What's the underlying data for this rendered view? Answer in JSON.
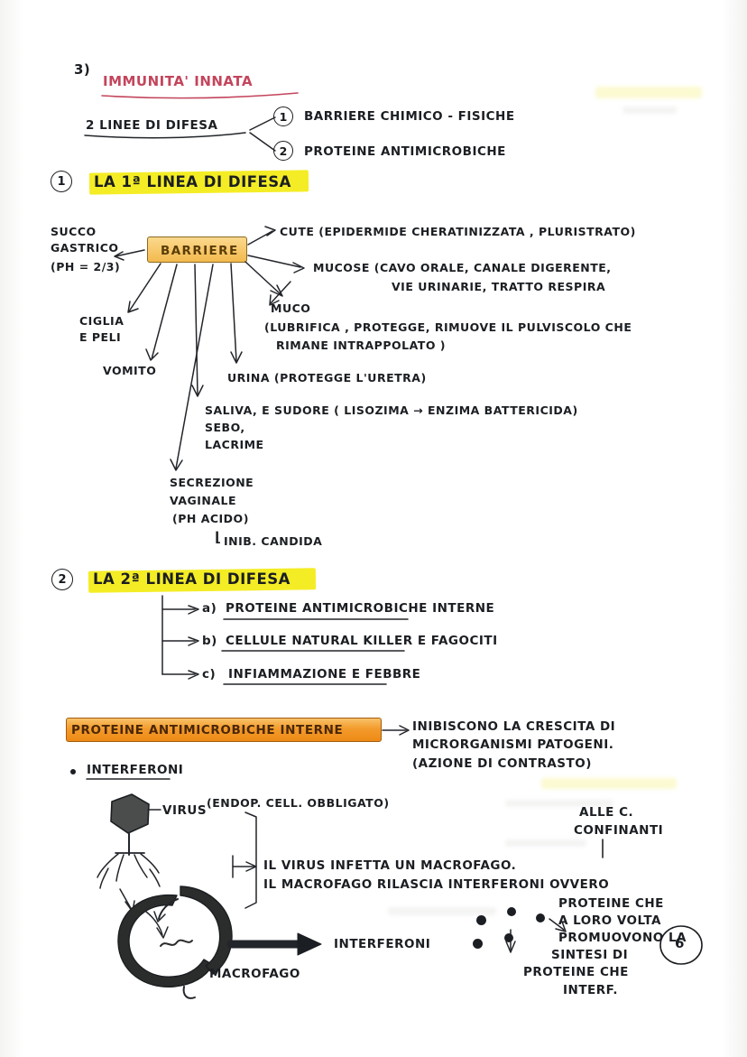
{
  "document": {
    "kind": "handwritten-study-notes",
    "language": "it",
    "page_number": "6",
    "section_number": "3)",
    "title": "IMMUNITA' INNATA",
    "title_color": "#c3455c",
    "highlight_color": "#f3ec12",
    "box_color": "#f2b94e",
    "box_color_strong": "#ee8a16"
  },
  "intro": {
    "lines_label": "2 LINEE DI DIFESA",
    "items": [
      {
        "marker": "1",
        "text": "BARRIERE CHIMICO - FISICHE"
      },
      {
        "marker": "2",
        "text": "PROTEINE ANTIMICROBICHE"
      }
    ]
  },
  "first_line": {
    "marker": "1",
    "heading": "LA 1ª LINEA DI DIFESA",
    "center_box": "BARRIERE",
    "branches": {
      "succo_gastrico": [
        "SUCCO",
        "GASTRICO",
        "(PH = 2/3)"
      ],
      "ciglia": [
        "CIGLIA",
        "E PELI"
      ],
      "vomito": [
        "VOMITO"
      ],
      "cute": [
        "CUTE (EPIDERMIDE CHERATINIZZATA , PLURISTRATO)"
      ],
      "mucose": [
        "MUCOSE (CAVO ORALE, CANALE DIGERENTE,",
        "VIE URINARIE, TRATTO RESPIRA"
      ],
      "muco": [
        "MUCO",
        "(LUBRIFICA , PROTEGGE, RIMUOVE IL PULVISCOLO CHE",
        "RIMANE INTRAPPOLATO )"
      ],
      "urina": [
        "URINA (PROTEGGE L'URETRA)"
      ],
      "saliva": [
        "SALIVA, E SUDORE ( LISOZIMA → ENZIMA BATTERICIDA)",
        "SEBO,",
        "LACRIME"
      ],
      "secrezione": [
        "SECREZIONE",
        "VAGINALE",
        "(PH ACIDO)"
      ],
      "secrezione_sub": "INIB. CANDIDA"
    }
  },
  "second_line": {
    "marker": "2",
    "heading": "LA 2ª LINEA DI DIFESA",
    "items": [
      {
        "letter": "a)",
        "text": "PROTEINE ANTIMICROBICHE INTERNE"
      },
      {
        "letter": "b)",
        "text": "CELLULE NATURAL KILLER E FAGOCITI"
      },
      {
        "letter": "c)",
        "text": "INFIAMMAZIONE E FEBBRE"
      }
    ]
  },
  "proteins": {
    "box_label": "PROTEINE ANTIMICROBICHE INTERNE",
    "effect": [
      "INIBISCONO LA CRESCITA DI",
      "MICRORGANISMI PATOGENI.",
      "(AZIONE DI CONTRASTO)"
    ],
    "bullet": "INTERFERONI"
  },
  "interferon_diagram": {
    "virus_label": "VIRUS",
    "virus_note": "(ENDOP. CELL. OBBLIGATO)",
    "macrophage_label": "MACROFAGO",
    "interferon_label": "INTERFERONI",
    "explanation": [
      "IL VIRUS INFETTA UN MACROFAGO.",
      "IL MACROFAGO RILASCIA INTERFERONI OVVERO"
    ],
    "target_label": [
      "ALLE C.",
      "CONFINANTI"
    ],
    "cascade": [
      "PROTEINE CHE",
      "A LORO VOLTA",
      "PROMUOVONO LA",
      "SINTESI DI",
      "PROTEINE CHE",
      "INTERF."
    ]
  }
}
